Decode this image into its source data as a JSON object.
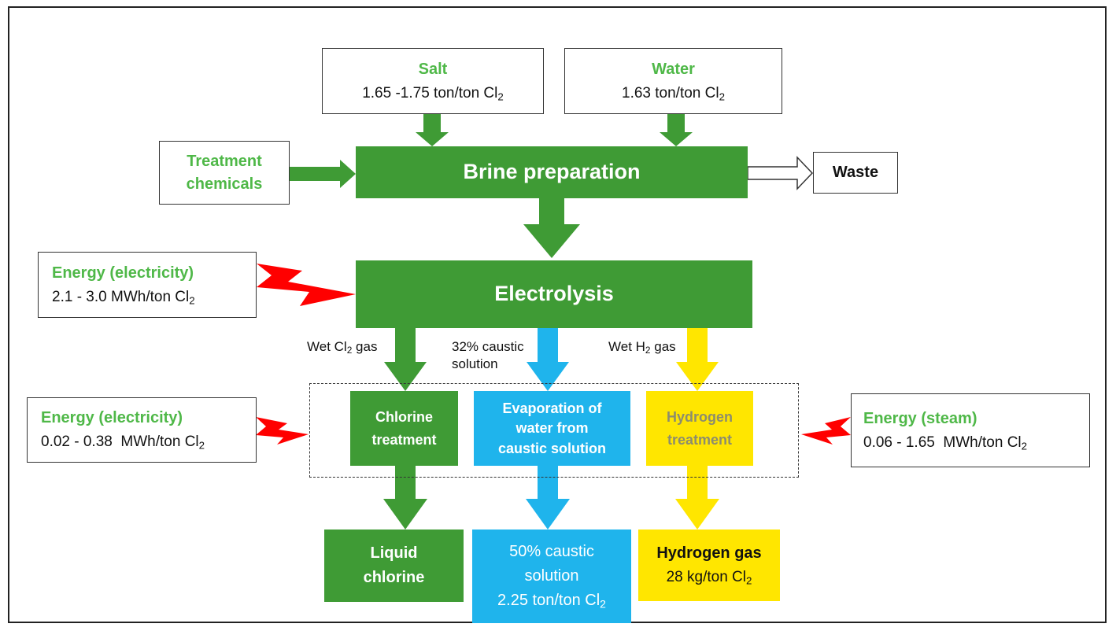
{
  "salt": {
    "title": "Salt",
    "value": "1.65 -1.75 ton/ton Cl",
    "sub": "2"
  },
  "water": {
    "title": "Water",
    "value": "1.63 ton/ton Cl",
    "sub": "2"
  },
  "treatment_chemicals": {
    "line1": "Treatment",
    "line2": "chemicals"
  },
  "brine": {
    "label": "Brine preparation"
  },
  "waste": {
    "label": "Waste"
  },
  "energy_electricity_1": {
    "title": "Energy (electricity)",
    "value": "2.1 - 3.0 MWh/ton Cl",
    "sub": "2"
  },
  "electrolysis": {
    "label": "Electrolysis"
  },
  "stream_labels": {
    "wet_cl2_pre": "Wet Cl",
    "wet_cl2_sub": "2",
    "wet_cl2_post": " gas",
    "caustic_line1": "32% caustic",
    "caustic_line2": "solution",
    "wet_h2_pre": "Wet H",
    "wet_h2_sub": "2",
    "wet_h2_post": " gas"
  },
  "energy_electricity_2": {
    "title": "Energy (electricity)",
    "value": "0.02 - 0.38  MWh/ton Cl",
    "sub": "2"
  },
  "chlorine_treatment": {
    "line1": "Chlorine",
    "line2": "treatment"
  },
  "evaporation": {
    "line1": "Evaporation of",
    "line2": "water from",
    "line3": "caustic solution"
  },
  "hydrogen_treatment": {
    "line1": "Hydrogen",
    "line2": "treatment"
  },
  "energy_steam": {
    "title": "Energy (steam)",
    "value": "0.06 - 1.65  MWh/ton Cl",
    "sub": "2"
  },
  "liquid_chlorine": {
    "line1": "Liquid",
    "line2": "chlorine"
  },
  "caustic_50": {
    "line1": "50% caustic",
    "line2": "solution",
    "value": "2.25 ton/ton Cl",
    "sub": "2"
  },
  "hydrogen_gas": {
    "title": "Hydrogen gas",
    "value": "28 kg/ton Cl",
    "sub": "2"
  },
  "colors": {
    "green": "#3f9b35",
    "light_green_text": "#4fb848",
    "cyan": "#1fb4ec",
    "yellow": "#ffe600",
    "red": "#ff0000"
  }
}
